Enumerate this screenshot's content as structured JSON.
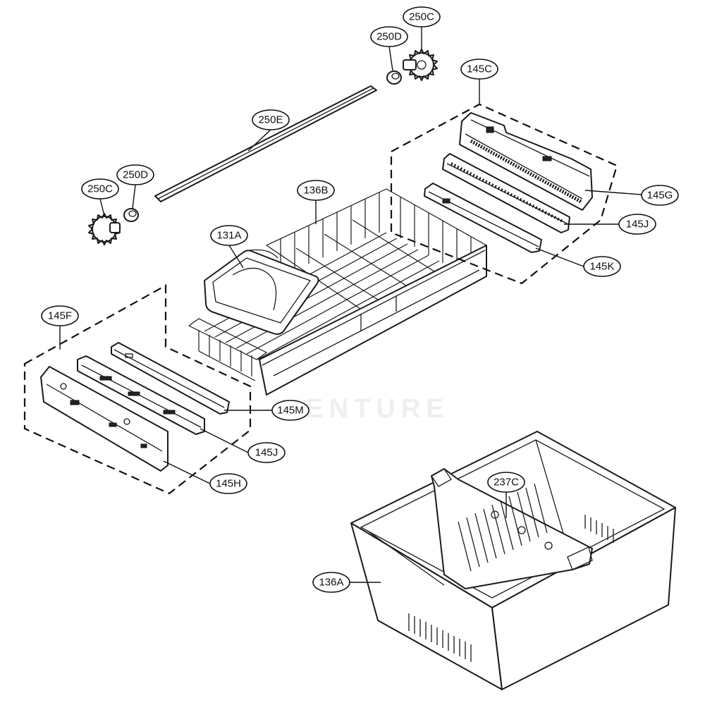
{
  "watermark": "VENTURE",
  "callouts": {
    "c250C_top": "250C",
    "c250D_top": "250D",
    "c145C": "145C",
    "c250E": "250E",
    "c250C_left": "250C",
    "c250D_left": "250D",
    "c136B": "136B",
    "c131A": "131A",
    "c145G": "145G",
    "c145J_right": "145J",
    "c145K": "145K",
    "c145F": "145F",
    "c145M": "145M",
    "c145J_left": "145J",
    "c145H": "145H",
    "c237C": "237C",
    "c136A": "136A"
  }
}
